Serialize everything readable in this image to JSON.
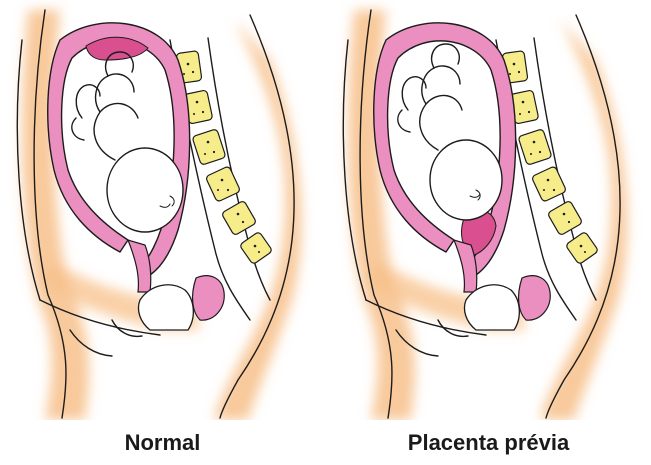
{
  "panels": [
    {
      "id": "normal",
      "caption": "Normal"
    },
    {
      "id": "previa",
      "caption": "Placenta prévia"
    }
  ],
  "colors": {
    "skin": "#f7c08a",
    "uterus": "#ea8fc0",
    "placenta": "#d94f8f",
    "vertebra": "#f6ec8a",
    "ink": "#1c1c1c"
  }
}
